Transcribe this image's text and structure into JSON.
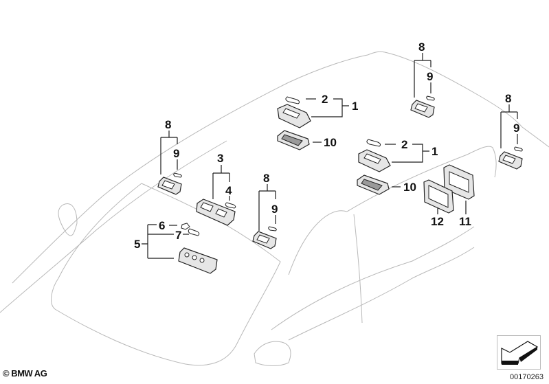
{
  "diagram": {
    "title": "Interior lights — roof headliner parts diagram",
    "callouts": [
      {
        "id": "c1a",
        "label": "1"
      },
      {
        "id": "c2a",
        "label": "2"
      },
      {
        "id": "c10a",
        "label": "10"
      },
      {
        "id": "c1b",
        "label": "1"
      },
      {
        "id": "c2b",
        "label": "2"
      },
      {
        "id": "c10b",
        "label": "10"
      },
      {
        "id": "c3",
        "label": "3"
      },
      {
        "id": "c4",
        "label": "4"
      },
      {
        "id": "c5",
        "label": "5"
      },
      {
        "id": "c6",
        "label": "6"
      },
      {
        "id": "c7",
        "label": "7"
      },
      {
        "id": "c8a",
        "label": "8"
      },
      {
        "id": "c9a",
        "label": "9"
      },
      {
        "id": "c8b",
        "label": "8"
      },
      {
        "id": "c9b",
        "label": "9"
      },
      {
        "id": "c8c",
        "label": "8"
      },
      {
        "id": "c9c",
        "label": "9"
      },
      {
        "id": "c8d",
        "label": "8"
      },
      {
        "id": "c9d",
        "label": "9"
      },
      {
        "id": "c11",
        "label": "11"
      },
      {
        "id": "c12",
        "label": "12"
      }
    ],
    "colors": {
      "outline": "#b8b8b8",
      "part_stroke": "#222222",
      "part_fill": "#e6e6e6",
      "text": "#111111"
    }
  },
  "footer": {
    "copyright": "© BMW AG",
    "diagram_number": "00170263",
    "nav_icon": "arrow-back-icon"
  }
}
